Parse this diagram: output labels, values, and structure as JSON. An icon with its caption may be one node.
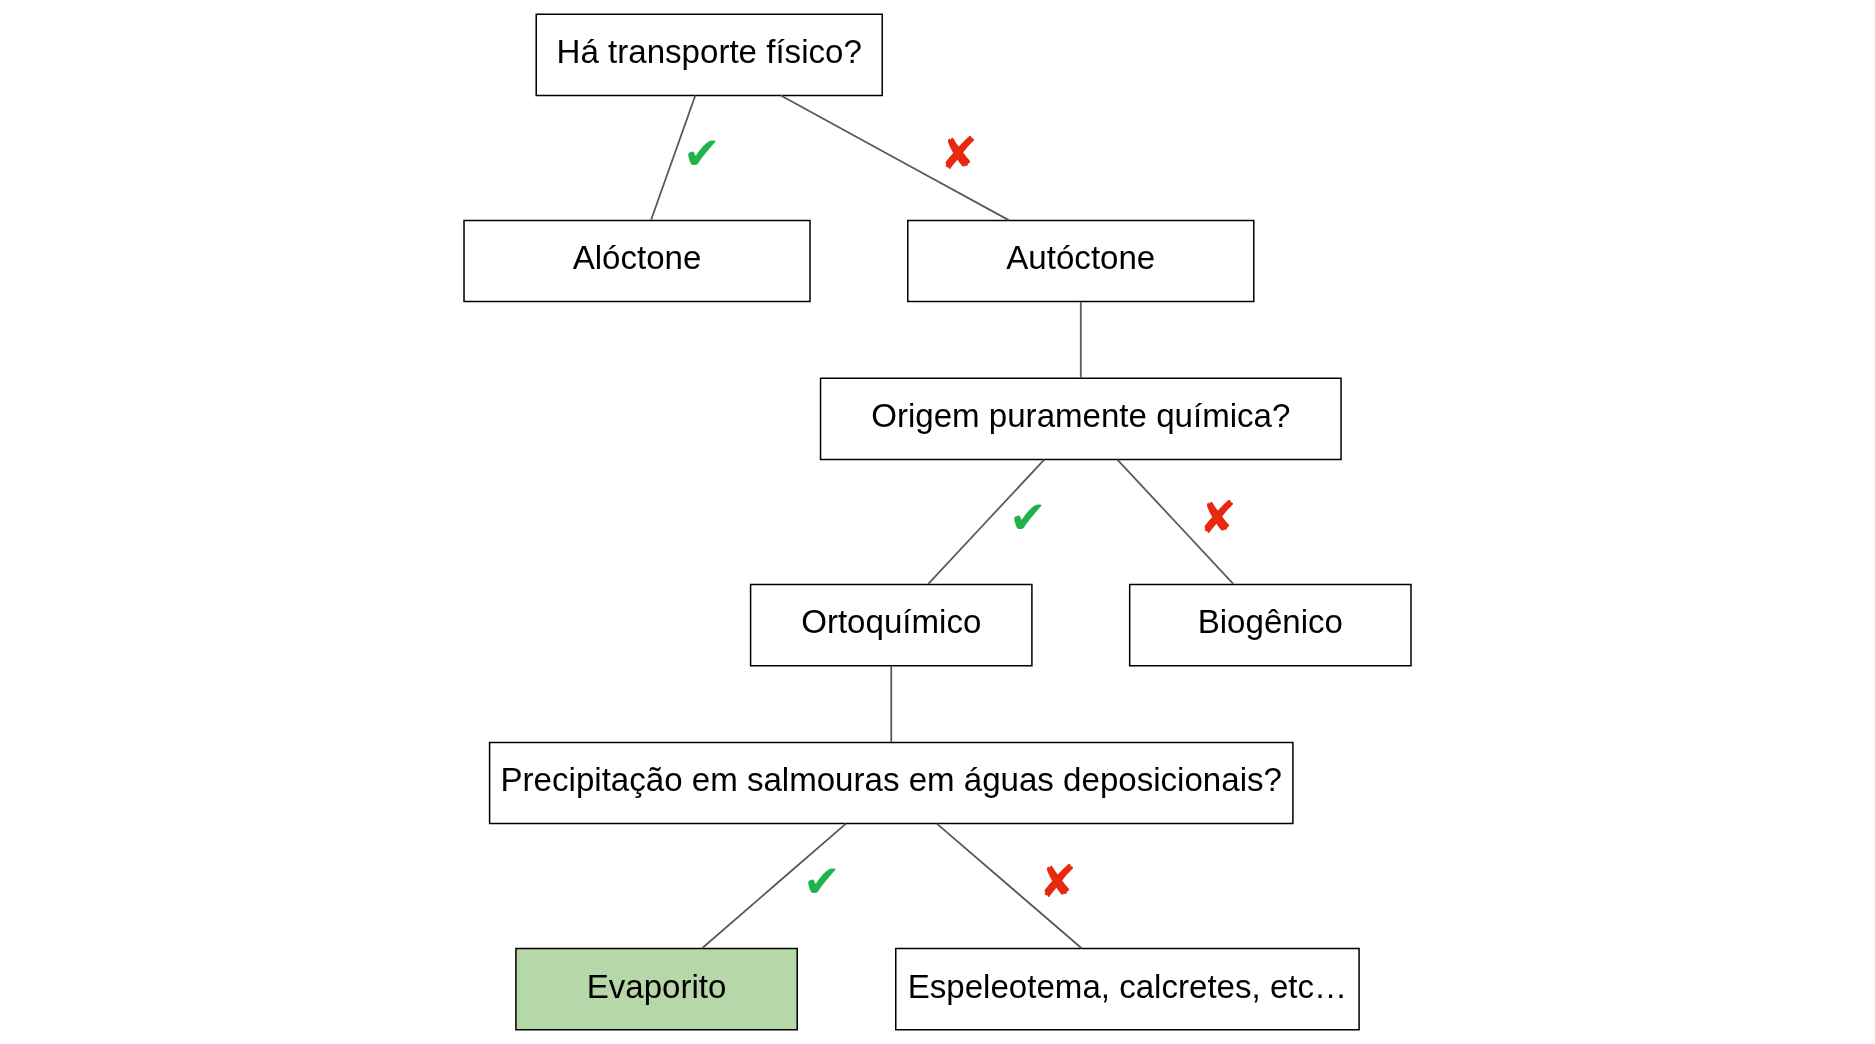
{
  "diagram": {
    "nodes": [
      {
        "text": [
          "Há transporte físico?"
        ]
      },
      {
        "text": [
          "Alóctone"
        ]
      },
      {
        "text": [
          "Autóctone"
        ]
      },
      {
        "text": [
          "Origem puramente química?"
        ]
      },
      {
        "text": [
          "Ortoquímico"
        ]
      },
      {
        "text": [
          "Biogênico"
        ]
      },
      {
        "text": [
          "Precipitação em salmouras em águas deposicionais?"
        ]
      },
      {
        "text": [
          "Evaporito"
        ]
      },
      {
        "text": [
          "Espeleotema, calcretes, etc…"
        ]
      }
    ],
    "edges": [
      {
        "from": 0,
        "to": 1,
        "arrow": "none",
        "label": "✔"
      },
      {
        "from": 0,
        "to": 2,
        "arrow": "none",
        "label": "✘"
      },
      {
        "from": 2,
        "to": 3,
        "arrow": "none"
      },
      {
        "from": 3,
        "to": 4,
        "arrow": "none",
        "label": "✔"
      },
      {
        "from": 3,
        "to": 5,
        "arrow": "none",
        "label": "✘"
      },
      {
        "from": 4,
        "to": 6,
        "arrow": "none"
      },
      {
        "from": 6,
        "to": 7,
        "arrow": "none",
        "label": "✔"
      },
      {
        "from": 6,
        "to": 8,
        "arrow": "none",
        "label": "✘"
      }
    ]
  }
}
